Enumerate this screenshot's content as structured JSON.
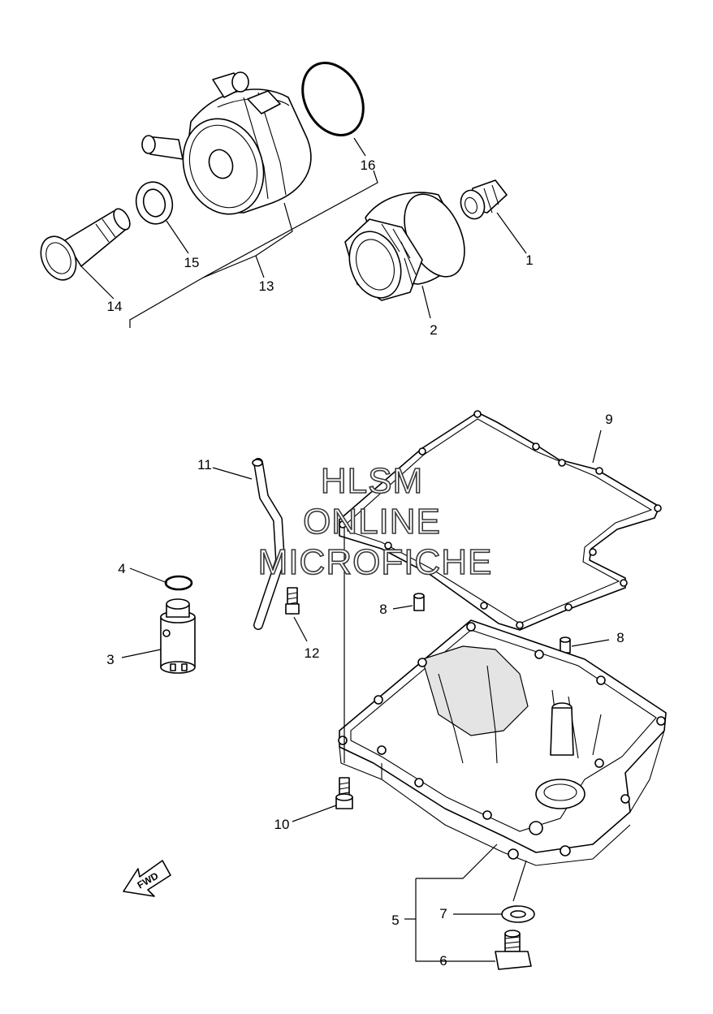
{
  "callouts": {
    "c1": "1",
    "c2": "2",
    "c3": "3",
    "c4": "4",
    "c5": "5",
    "c6": "6",
    "c7": "7",
    "c8a": "8",
    "c8b": "8",
    "c9": "9",
    "c10": "10",
    "c11": "11",
    "c12": "12",
    "c13": "13",
    "c14": "14",
    "c15": "15",
    "c16": "16"
  },
  "watermark": {
    "line1": "HLSM",
    "line2": "ONLINE",
    "line3": "MICROFICHE"
  },
  "fwd_arrow": {
    "label": "FWD",
    "icon": "forward-direction-arrow-icon"
  },
  "colors": {
    "ink": "#000000",
    "background": "#ffffff",
    "watermark_outline": "#3a3a3a"
  }
}
